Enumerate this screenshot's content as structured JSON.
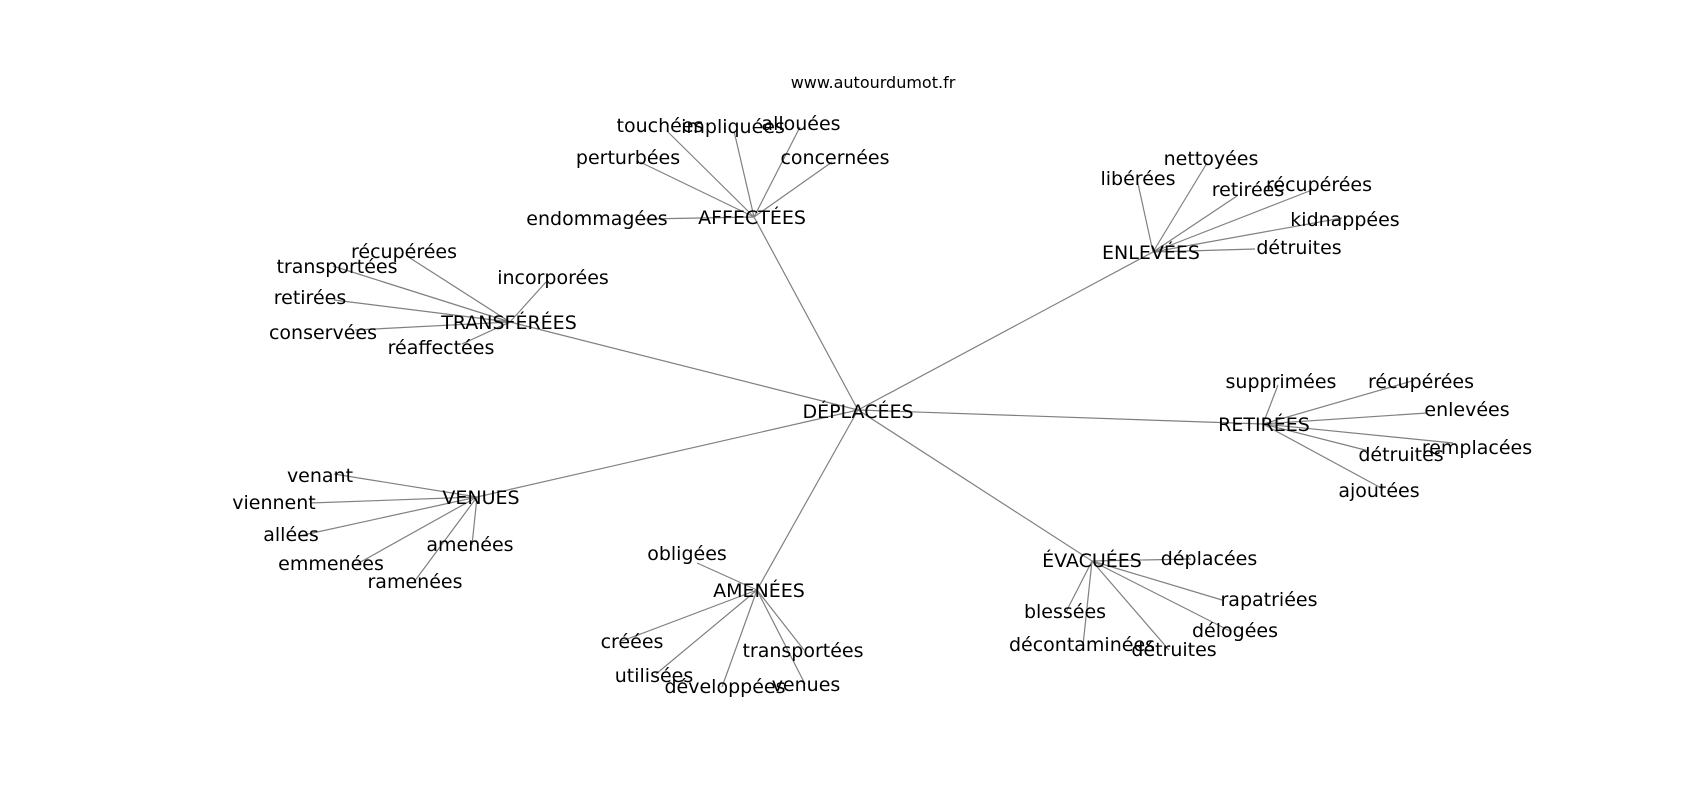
{
  "site": "www.autourdumot.fr",
  "root": "DÉPLACÉES",
  "groups": [
    {
      "id": "affectees",
      "label": "AFFECTÉES",
      "words": [
        "touchées",
        "impliquées",
        "allouées",
        "perturbées",
        "concernées",
        "endommagées"
      ]
    },
    {
      "id": "enlevees",
      "label": "ENLEVÉES",
      "words": [
        "nettoyées",
        "libérées",
        "retirées",
        "récupérées",
        "kidnappées",
        "détruites"
      ]
    },
    {
      "id": "transferees",
      "label": "TRANSFÉRÉES",
      "words": [
        "récupérées",
        "transportées",
        "incorporées",
        "retirées",
        "conservées",
        "réaffectées"
      ]
    },
    {
      "id": "retirees",
      "label": "RETIRÉES",
      "words": [
        "supprimées",
        "récupérées",
        "enlevées",
        "remplacées",
        "détruites",
        "ajoutées"
      ]
    },
    {
      "id": "venues",
      "label": "VENUES",
      "words": [
        "venant",
        "viennent",
        "allées",
        "amenées",
        "emmenées",
        "ramenées"
      ]
    },
    {
      "id": "evacuees",
      "label": "ÉVACUÉES",
      "words": [
        "déplacées",
        "blessées",
        "rapatriées",
        "délogées",
        "décontaminées",
        "détruites"
      ]
    },
    {
      "id": "amenees",
      "label": "AMENÉES",
      "words": [
        "obligées",
        "créées",
        "transportées",
        "utilisées",
        "développées",
        "venues"
      ]
    }
  ]
}
